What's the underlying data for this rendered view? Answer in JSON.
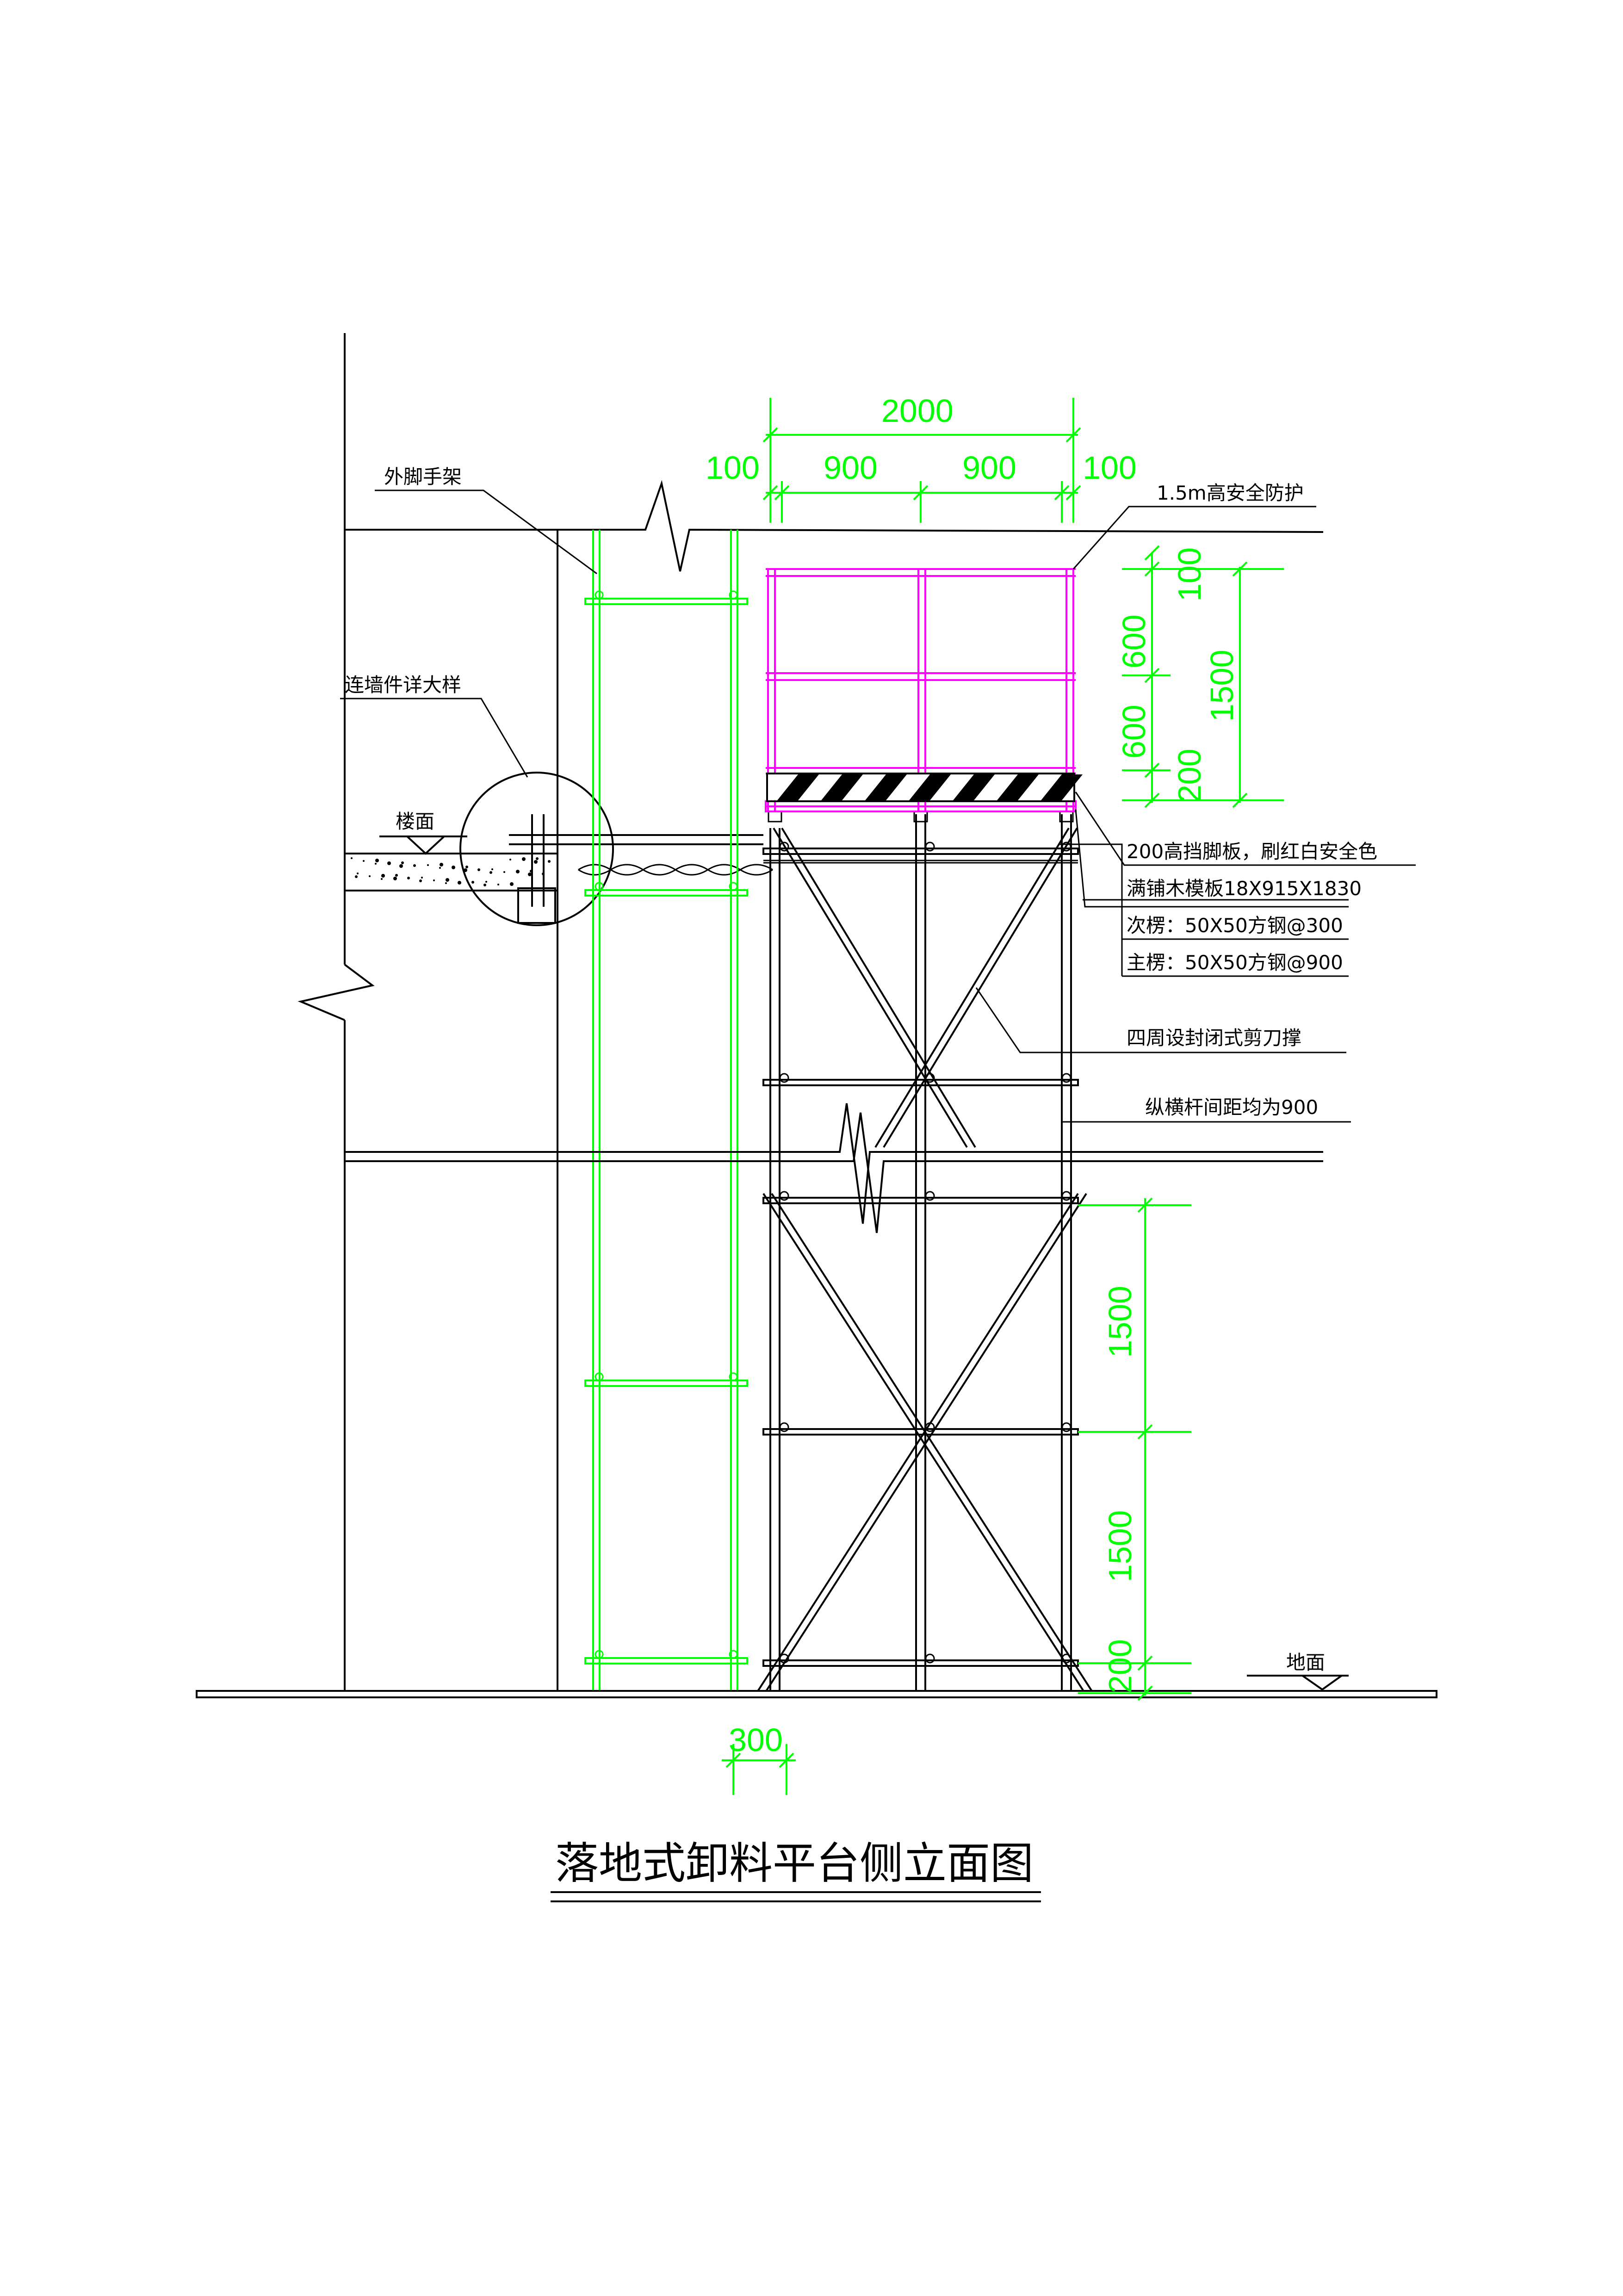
{
  "title": "落地式卸料平台侧立面图",
  "colors": {
    "dimension": "#00ff00",
    "guardrail": "#ff00ff",
    "structure": "#000000"
  },
  "labels": {
    "outer_scaffold": "外脚手架",
    "wall_tie_detail": "连墙件详大样",
    "floor_level": "楼面",
    "ground_level": "地面",
    "guardrail": "1.5m高安全防护",
    "toe_board": "200高挡脚板，刷红白安全色",
    "decking": "满铺木模板18X915X1830",
    "secondary_beam": "次楞：50X50方钢@300",
    "main_beam": "主楞：50X50方钢@900",
    "scissor_brace": "四周设封闭式剪刀撑",
    "bar_spacing": "纵横杆间距均为900"
  },
  "dimensions": {
    "top_total": "2000",
    "top_left_edge": "100",
    "top_bay_1": "900",
    "top_bay_2": "900",
    "top_right_edge": "100",
    "rail_top": "100",
    "rail_mid": "600",
    "rail_low": "600",
    "rail_base": "200",
    "rail_total": "1500",
    "lift_upper": "1500",
    "lift_lower": "1500",
    "lift_base": "200",
    "scaffold_width": "300"
  }
}
